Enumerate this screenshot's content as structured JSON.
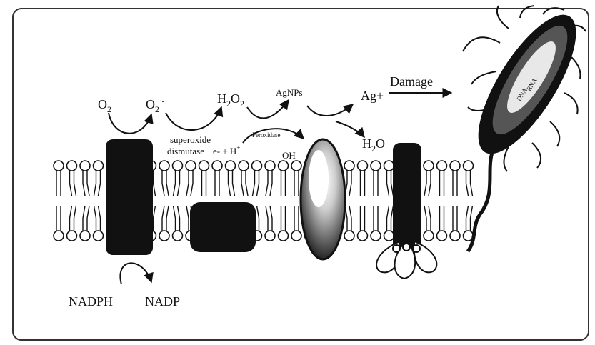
{
  "labels": {
    "o2": "O",
    "o2_sub": "2",
    "superoxide": "O",
    "superoxide_sub": "2",
    "superoxide_sup": "·-",
    "h2o2_h": "H",
    "h2o2_sub1": "2",
    "h2o2_o": "O",
    "h2o2_sub2": "2",
    "agnps": "AgNPs",
    "ag_plus": "Ag+",
    "damage": "Damage",
    "h2o_h": "H",
    "h2o_sub": "2",
    "h2o_o": "O",
    "oh": "OH",
    "enzyme_line1": "superoxide",
    "enzyme_line2": "dismutase",
    "electron_proton": "e- + H",
    "proton_sup": "+",
    "peroxidase": "Peroxidase",
    "nadph": "NADPH",
    "nadp": "NADP",
    "bacterium_text1": "DNA",
    "bacterium_text2": "RNA"
  },
  "colors": {
    "ink": "#111111",
    "frame": "#333333",
    "background": "#ffffff",
    "bacterium_mid": "#555555",
    "bacterium_core": "#e8e8e8"
  }
}
